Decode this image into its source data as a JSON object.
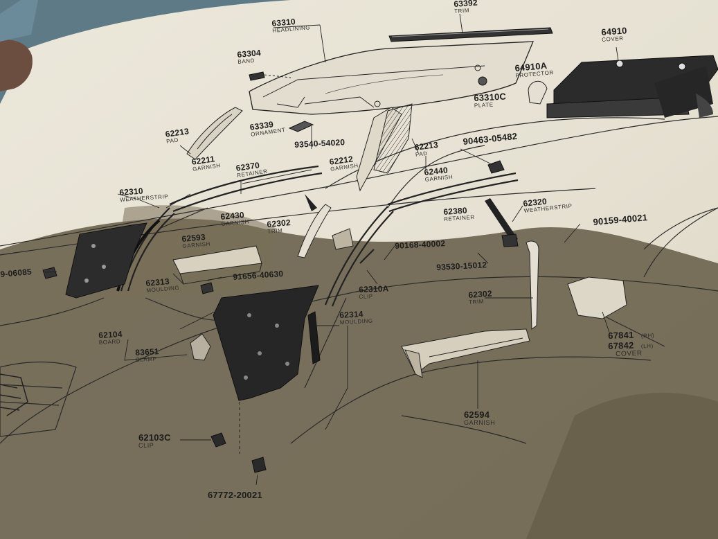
{
  "colors": {
    "paper": "#e9e4d6",
    "paper_shadow": "#6b6046",
    "ink": "#1e1e1e",
    "part_fill": "#2b2b2b"
  },
  "labels": {
    "63392": {
      "num": "63392",
      "name": "TRIM"
    },
    "63310": {
      "num": "63310",
      "name": "HEADLINING"
    },
    "64910": {
      "num": "64910",
      "name": "COVER"
    },
    "63304": {
      "num": "63304",
      "name": "BAND"
    },
    "64910A": {
      "num": "64910A",
      "name": "PROTECTOR"
    },
    "63310C": {
      "num": "63310C",
      "name": "PLATE"
    },
    "63339": {
      "num": "63339",
      "name": "ORNAMENT"
    },
    "62213_pad_l": {
      "num": "62213",
      "name": "PAD"
    },
    "62211": {
      "num": "62211",
      "name": "GARNISH"
    },
    "93540": {
      "num": "93540-54020"
    },
    "62212": {
      "num": "62212",
      "name": "GARNISH"
    },
    "62213_pad_r": {
      "num": "62213",
      "name": "PAD"
    },
    "90463": {
      "num": "90463-05482"
    },
    "62370": {
      "num": "62370",
      "name": "RETAINER"
    },
    "62440": {
      "num": "62440",
      "name": "GARNISH"
    },
    "62310": {
      "num": "62310",
      "name": "WEATHERSTRIP"
    },
    "62320": {
      "num": "62320",
      "name": "WEATHERSTRIP"
    },
    "62380": {
      "num": "62380",
      "name": "RETAINER"
    },
    "62430": {
      "num": "62430",
      "name": "GARNISH"
    },
    "62302_upper": {
      "num": "62302",
      "name": "TRIM"
    },
    "90159": {
      "num": "90159-40021"
    },
    "62593": {
      "num": "62593",
      "name": "GARNISH"
    },
    "90168": {
      "num": "90168-40002"
    },
    "93530": {
      "num": "93530-15012"
    },
    "9_06085": {
      "num": "9-06085"
    },
    "91656": {
      "num": "91656-40630"
    },
    "62313": {
      "num": "62313",
      "name": "MOULDING"
    },
    "62310A": {
      "num": "62310A",
      "name": "CLIP"
    },
    "62302_lower": {
      "num": "62302",
      "name": "TRIM"
    },
    "62314": {
      "num": "62314",
      "name": "MOULDING"
    },
    "62104": {
      "num": "62104",
      "name": "BOARD"
    },
    "83651": {
      "num": "83651",
      "name": "CLAMP"
    },
    "67841": {
      "num": "67841",
      "name": "(RH)"
    },
    "67842": {
      "num": "67842",
      "name": "(LH)"
    },
    "67842_cover": {
      "name": "COVER"
    },
    "62594": {
      "num": "62594",
      "name": "GARNISH"
    },
    "62103C": {
      "num": "62103C",
      "name": "CLIP"
    },
    "67772": {
      "num": "67772-20021"
    }
  }
}
